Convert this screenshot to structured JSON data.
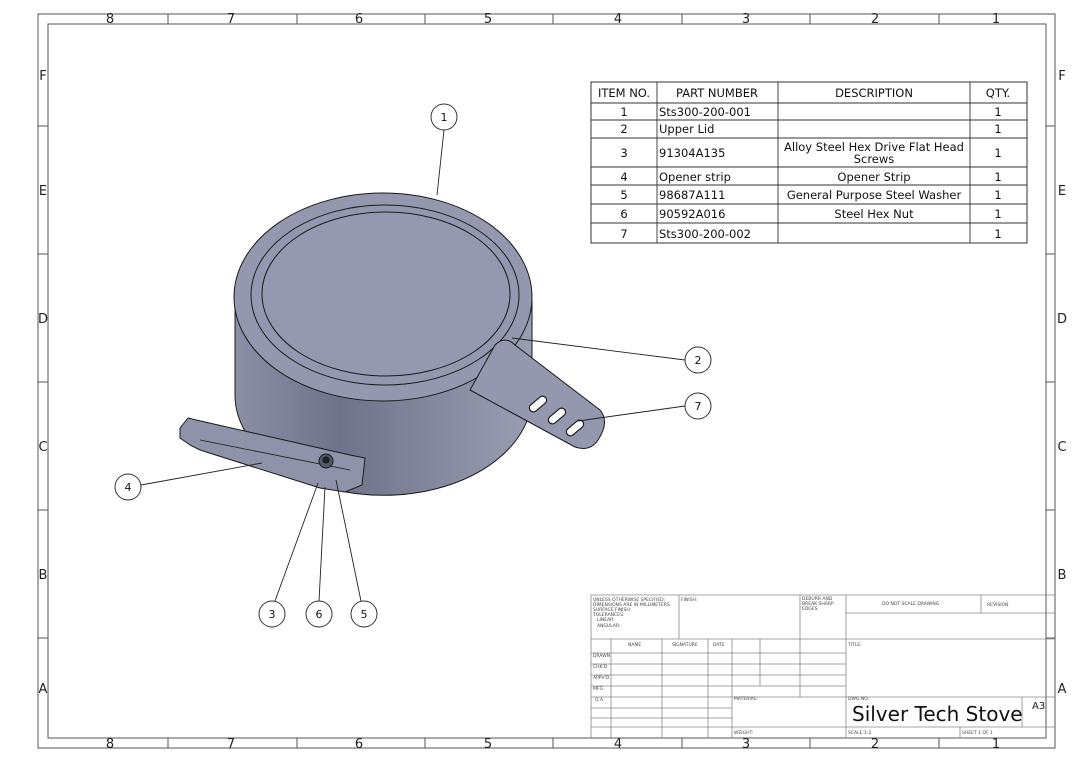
{
  "zones": {
    "columns": [
      "8",
      "7",
      "6",
      "5",
      "4",
      "3",
      "2",
      "1"
    ],
    "rows": [
      "F",
      "E",
      "D",
      "C",
      "B",
      "A"
    ]
  },
  "bom": {
    "headers": [
      "ITEM NO.",
      "PART NUMBER",
      "DESCRIPTION",
      "QTY."
    ],
    "rows": [
      {
        "item": "1",
        "part": "Sts300-200-001",
        "desc": "",
        "qty": "1"
      },
      {
        "item": "2",
        "part": "Upper Lid",
        "desc": "",
        "qty": "1"
      },
      {
        "item": "3",
        "part": "91304A135",
        "desc": "Alloy Steel Hex Drive Flat Head",
        "desc2": "Screws",
        "qty": "1"
      },
      {
        "item": "4",
        "part": "Opener strip",
        "desc": "Opener Strip",
        "qty": "1"
      },
      {
        "item": "5",
        "part": "98687A111",
        "desc": "General Purpose Steel Washer",
        "qty": "1"
      },
      {
        "item": "6",
        "part": "90592A016",
        "desc": "Steel Hex Nut",
        "qty": "1"
      },
      {
        "item": "7",
        "part": "Sts300-200-002",
        "desc": "",
        "qty": "1"
      }
    ]
  },
  "balloons": [
    "1",
    "2",
    "7",
    "4",
    "3",
    "6",
    "5"
  ],
  "title_block": {
    "spec": [
      "UNLESS OTHERWISE SPECIFIED:",
      "DIMENSIONS ARE IN MILLIMETERS",
      "SURFACE FINISH:",
      "TOLERANCES:",
      "LINEAR:",
      "ANGULAR:"
    ],
    "finish": "FINISH:",
    "deburr": [
      "DEBURR AND",
      "BREAK SHARP",
      "EDGES"
    ],
    "do_not_scale": "DO NOT SCALE DRAWING",
    "revision": "REVISION",
    "cols": [
      "NAME",
      "SIGNATURE",
      "DATE"
    ],
    "roles": [
      "DRAWN",
      "CHK'D",
      "APPV'D",
      "MFG",
      "Q.A"
    ],
    "title_label": "TITLE:",
    "material": "MATERIAL:",
    "dwg_no": "DWG NO.",
    "dwg_title": "Silver Tech Stove",
    "size": "A3",
    "weight": "WEIGHT:",
    "scale": "SCALE:1:2",
    "sheet": "SHEET 1 OF 1"
  },
  "colors": {
    "part": "#9498ae",
    "part_dark": "#6e7288",
    "outline": "#1a1a1a"
  }
}
